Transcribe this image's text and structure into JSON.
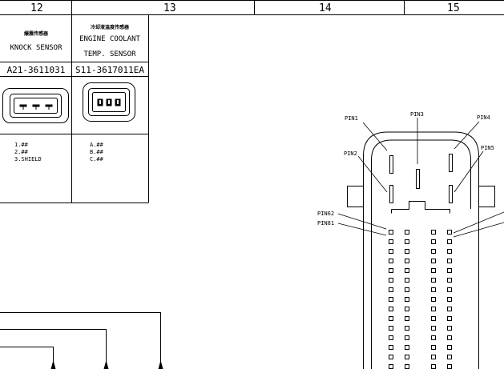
{
  "title_strip": {
    "zones": [
      "12",
      "13",
      "14",
      "15"
    ]
  },
  "connector_table": {
    "columns": [
      {
        "chinese_name": "爆震传感器",
        "english_name": [
          "KNOCK SENSOR"
        ],
        "part_number": "A21-3611031",
        "pins": [
          "1.##",
          "2.##",
          "3.SHIELD"
        ],
        "terminal_count": 3
      },
      {
        "chinese_name": "冷却液温度传感器",
        "english_name": [
          "ENGINE COOLANT",
          "TEMP. SENSOR"
        ],
        "part_number": "S11-3617011EA",
        "pins": [
          "A.##",
          "B.##",
          "C.##"
        ],
        "terminal_count": 3
      }
    ]
  },
  "ecu_connector": {
    "pin_labels": [
      "PIN1",
      "PIN3",
      "PIN4",
      "PIN2",
      "PIN5",
      "PIN62",
      "PIN81"
    ],
    "pin_rows": 15,
    "pin_columns": 4
  },
  "wiring": {
    "lines": 3
  }
}
